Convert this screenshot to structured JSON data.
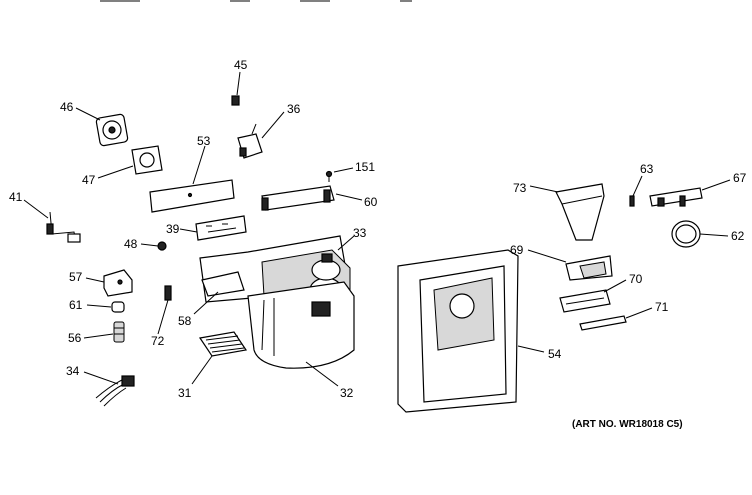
{
  "part_numbers": {
    "p45": "45",
    "p46": "46",
    "p36": "36",
    "p53": "53",
    "p47": "47",
    "p151": "151",
    "p41": "41",
    "p60": "60",
    "p39": "39",
    "p33": "33",
    "p48": "48",
    "p57": "57",
    "p61": "61",
    "p58": "58",
    "p72": "72",
    "p56": "56",
    "p34": "34",
    "p31": "31",
    "p32": "32",
    "p54": "54",
    "p63": "63",
    "p73": "73",
    "p67": "67",
    "p62": "62",
    "p69": "69",
    "p70": "70",
    "p71": "71"
  },
  "art_note": "(ART NO. WR18018 C5)"
}
